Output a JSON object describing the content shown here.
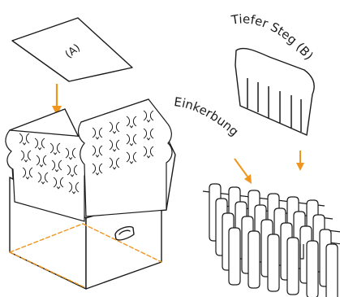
{
  "labels": {
    "sheet": "(A)",
    "divider": "Tiefer Steg (B)",
    "notch": "Einkerbung"
  },
  "colors": {
    "line": "#1a1a1a",
    "accent": "#f0961e"
  }
}
